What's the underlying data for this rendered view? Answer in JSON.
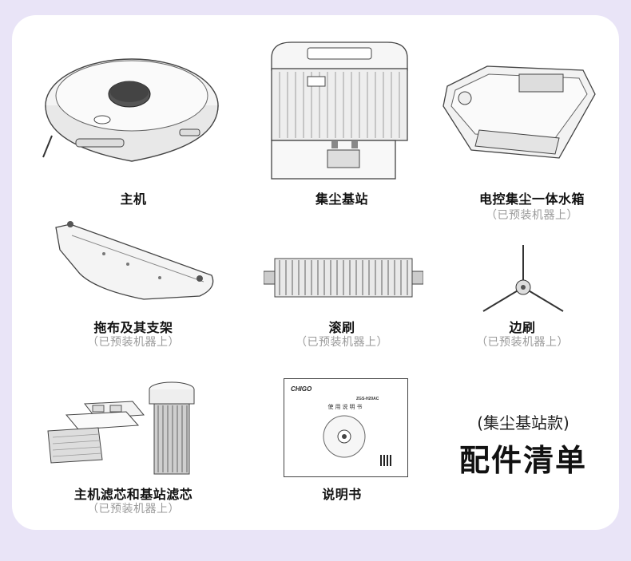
{
  "items": [
    {
      "label": "主机",
      "note": ""
    },
    {
      "label": "集尘基站",
      "note": ""
    },
    {
      "label": "电控集尘一体水箱",
      "note": "（已预装机器上）"
    },
    {
      "label": "拖布及其支架",
      "note": "（已预装机器上）"
    },
    {
      "label": "滚刷",
      "note": "（已预装机器上）"
    },
    {
      "label": "边刷",
      "note": "（已预装机器上）"
    },
    {
      "label": "主机滤芯和基站滤芯",
      "note": "（已预装机器上）"
    },
    {
      "label": "说明书",
      "note": ""
    }
  ],
  "manual": {
    "brand": "CHIGO",
    "model": "ZGS-H20AC",
    "cover_title": "使用说明书"
  },
  "kit": {
    "subtitle": "(集尘基站款)",
    "title": "配件清单"
  }
}
